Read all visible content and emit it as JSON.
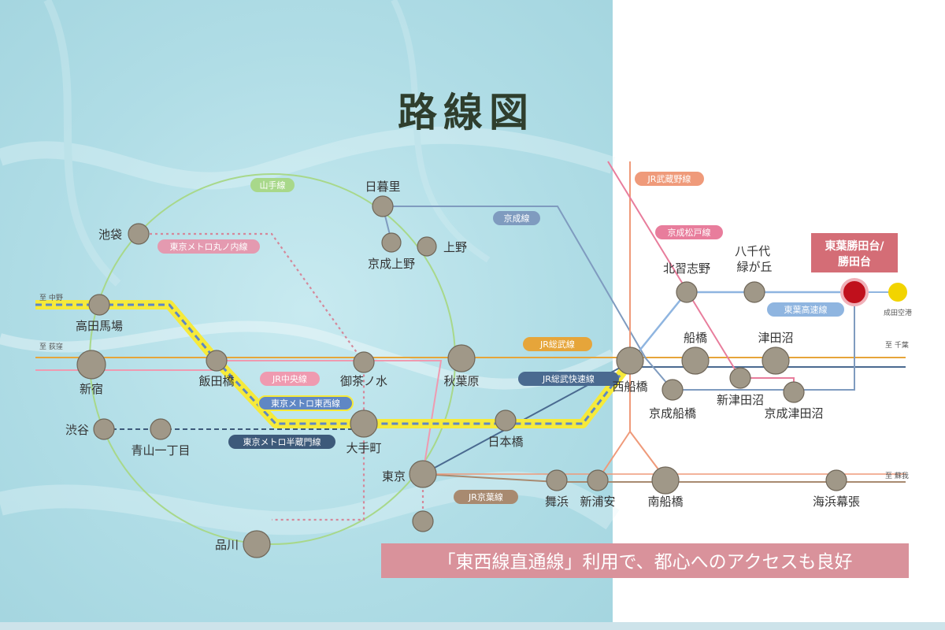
{
  "title": "路線図",
  "banner": "「東西線直通線」利用で、都心へのアクセスも良好",
  "destination": {
    "line1": "東葉勝田台/",
    "line2": "勝田台"
  },
  "directions": {
    "nakano": "至 中野",
    "ogikubo": "至 荻窪",
    "chiba": "至 千葉",
    "soga": "至 蘇我"
  },
  "lines": {
    "yamanote": "山手線",
    "marunouchi": "東京メトロ丸ノ内線",
    "keisei": "京成線",
    "musashino": "JR武蔵野線",
    "keisei_matsudo": "京成松戸線",
    "toyo": "東葉高速線",
    "sobu": "JR総武線",
    "sobu_rapid": "JR総武快速線",
    "chuo": "JR中央線",
    "tozai": "東京メトロ東西線",
    "hanzomon": "東京メトロ半蔵門線",
    "keiyo": "JR京葉線"
  },
  "stations": {
    "nippori": "日暮里",
    "ueno": "上野",
    "keisei_ueno": "京成上野",
    "ikebukuro": "池袋",
    "takadanobaba": "高田馬場",
    "shinjuku": "新宿",
    "iidabashi": "飯田橋",
    "ochanomizu": "御茶ノ水",
    "akihabara": "秋葉原",
    "otemachi": "大手町",
    "shibuya": "渋谷",
    "aoyama": "青山一丁目",
    "nihonbashi": "日本橋",
    "tokyo": "東京",
    "shinagawa": "品川",
    "nishifunabashi": "西船橋",
    "keisei_funabashi": "京成船橋",
    "funabashi": "船橋",
    "tsudanuma": "津田沼",
    "shintsudanuma": "新津田沼",
    "keisei_tsudanuma": "京成津田沼",
    "kitanarashino": "北習志野",
    "yachiyo": "八千代\n緑が丘",
    "maihama": "舞浜",
    "shinurayasu": "新浦安",
    "minamifunabashi": "南船橋",
    "kaihinmakuhari": "海浜幕張",
    "narita": "成田空港"
  },
  "colors": {
    "station": "#a09888",
    "destination": "#c0101c",
    "airport": "#f2d400",
    "dest_box": "#d46d76",
    "banner": "#d9929b",
    "water": "#b6e1e8"
  }
}
